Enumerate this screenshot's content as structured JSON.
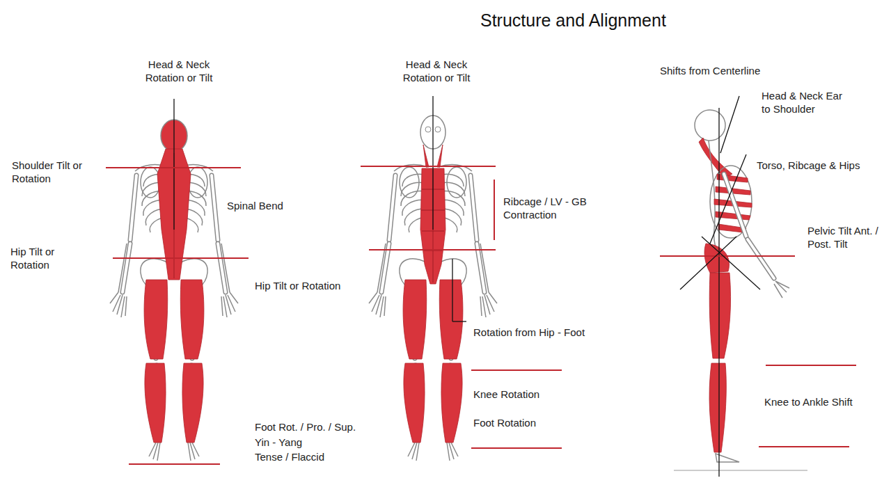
{
  "diagram": {
    "title": "Structure and Alignment",
    "labels": [
      "Head & Neck Rotation or Tilt",
      "Shoulder Tilt or Rotation",
      "Spinal Bend",
      "Hip Tilt or Rotation",
      "Hip Tilt or Rotation",
      "Foot Rot. / Pro. / Sup.",
      "Yin - Yang",
      "Tense / Flaccid",
      "Head & Neck Rotation or Tilt",
      "Ribcage / LV - GB Contraction",
      "Rotation from Hip - Foot",
      "Knee Rotation",
      "Foot Rotation",
      "Shifts from Centerline",
      "Head & Neck Ear to Shoulder",
      "Torso, Ribcage & Hips",
      "Pelvic Tilt Ant. / Post. Tilt",
      "Knee to Ankle Shift"
    ]
  }
}
